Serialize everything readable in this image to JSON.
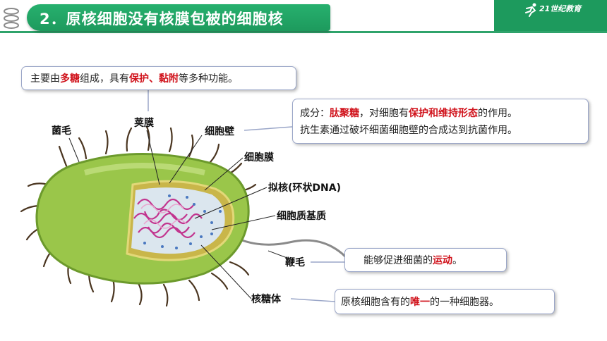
{
  "header": {
    "title": "2．原核细胞没有核膜包被的细胞核",
    "logo": "21世纪教育"
  },
  "callouts": {
    "capsule": {
      "a": "主要由",
      "b": "多糖",
      "c": "组成，具有",
      "d": "保护、黏附",
      "e": "等多种功能。"
    },
    "wall": {
      "l1a": "成分：",
      "l1b": "肽聚糖",
      "l1c": "，对细胞有",
      "l1d": "保护和维持形态",
      "l1e": "的作用。",
      "l2": "抗生素通过破坏细菌细胞壁的合成达到抗菌作用。"
    },
    "flagellum": {
      "a": "能够促进细菌的",
      "b": "运动",
      "c": "。"
    },
    "ribosome": {
      "a": "原核细胞含有的",
      "b": "唯一",
      "c": "的一种细胞器。"
    }
  },
  "labels": {
    "pili": "菌毛",
    "capsule": "荚膜",
    "cell_wall": "细胞壁",
    "cell_membrane": "细胞膜",
    "nucleoid": "拟核(环状DNA)",
    "cytoplasm": "细胞质基质",
    "flagellum": "鞭毛",
    "ribosome": "核糖体"
  },
  "colors": {
    "accent_green": "#1d9a5d",
    "highlight_red": "#d0121b",
    "callout_border": "#9aa6c8"
  }
}
